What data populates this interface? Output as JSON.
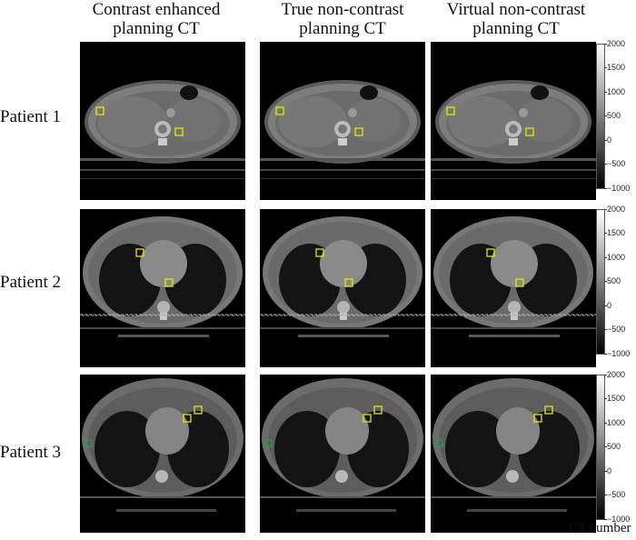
{
  "columns": [
    "Contrast enhanced\nplanning CT",
    "True non-contrast\nplanning CT",
    "Virtual non-contrast\nplanning CT"
  ],
  "rows": [
    "Patient 1",
    "Patient 2",
    "Patient 3"
  ],
  "colorbar": {
    "label": "CT number",
    "ticks": [
      "2000",
      "1500",
      "1000",
      "500",
      "0",
      "−500",
      "−1000"
    ]
  },
  "roi_colors": {
    "primary": "#e6e600",
    "secondary": "#1fa34a"
  }
}
